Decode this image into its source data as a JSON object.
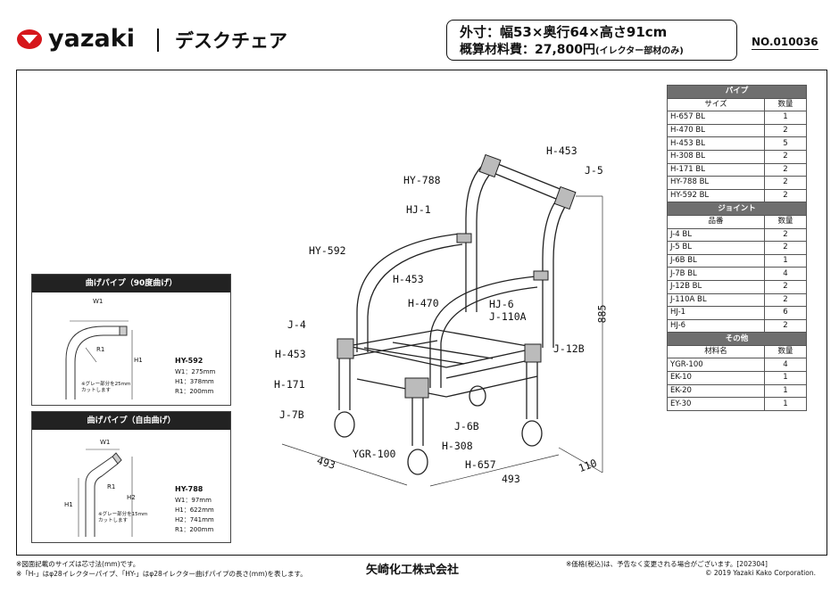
{
  "brand": {
    "logo_text": "yazaki",
    "color": "#d6161b"
  },
  "header": {
    "title": "デスクチェア",
    "spec_size": "外寸：幅53×奥行64×高さ91cm",
    "spec_cost": "概算材料費：27,800円",
    "spec_cost_note": "(イレクター部材のみ)",
    "doc_no": "NO.010036"
  },
  "parts_table": {
    "sections": [
      {
        "title": "パイプ",
        "col1": "サイズ",
        "col2": "数量",
        "rows": [
          [
            "H-657 BL",
            "1"
          ],
          [
            "H-470 BL",
            "2"
          ],
          [
            "H-453 BL",
            "5"
          ],
          [
            "H-308 BL",
            "2"
          ],
          [
            "H-171 BL",
            "2"
          ],
          [
            "HY-788 BL",
            "2"
          ],
          [
            "HY-592 BL",
            "2"
          ]
        ]
      },
      {
        "title": "ジョイント",
        "col1": "品番",
        "col2": "数量",
        "rows": [
          [
            "J-4 BL",
            "2"
          ],
          [
            "J-5 BL",
            "2"
          ],
          [
            "J-6B BL",
            "1"
          ],
          [
            "J-7B BL",
            "4"
          ],
          [
            "J-12B BL",
            "2"
          ],
          [
            "J-110A BL",
            "2"
          ],
          [
            "HJ-1",
            "6"
          ],
          [
            "HJ-6",
            "2"
          ]
        ]
      },
      {
        "title": "その他",
        "col1": "材料名",
        "col2": "数量",
        "rows": [
          [
            "YGR-100",
            "4"
          ],
          [
            "EK-10",
            "1"
          ],
          [
            "EK-20",
            "1"
          ],
          [
            "EY-30",
            "1"
          ]
        ]
      }
    ]
  },
  "panel1": {
    "title": "曲げパイプ（90度曲げ）",
    "w1": "W1",
    "h1": "H1",
    "r1": "R1",
    "note": "※グレー部分を25mm\nカットします",
    "model": "HY-592",
    "specs": [
      "W1：275mm",
      "H1：378mm",
      "R1：200mm"
    ]
  },
  "panel2": {
    "title": "曲げパイプ（自由曲げ）",
    "w1": "W1",
    "h1": "H1",
    "h2": "H2",
    "r1": "R1",
    "note": "※グレー部分を15mm\nカットします",
    "model": "HY-788",
    "specs": [
      "W1：97mm",
      "H1：622mm",
      "H2：741mm",
      "R1：200mm"
    ]
  },
  "drawing_labels": {
    "h453_top": "H-453",
    "j5": "J-5",
    "hy788": "HY-788",
    "hj1": "HJ-1",
    "hy592": "HY-592",
    "h453_mid": "H-453",
    "h470": "H-470",
    "hj6": "HJ-6",
    "j110a": "J-110A",
    "j4": "J-4",
    "h453_left": "H-453",
    "j12b": "J-12B",
    "h171": "H-171",
    "j7b": "J-7B",
    "j6b": "J-6B",
    "h308": "H-308",
    "ygr100": "YGR-100",
    "h657": "H-657",
    "dim_885": "885",
    "dim_493a": "493",
    "dim_493b": "493",
    "dim_110": "110"
  },
  "footer": {
    "note1": "※図面記載のサイズは芯寸法(mm)です。",
    "note2": "※「H-」はφ28イレクターパイプ、「HY-」はφ28イレクター曲げパイプの長さ(mm)を表します。",
    "maker": "矢崎化工株式会社",
    "note3": "※価格(税込)は、予告なく変更される場合がございます。[202304]",
    "copyright": "© 2019 Yazaki Kako  Corporation."
  }
}
